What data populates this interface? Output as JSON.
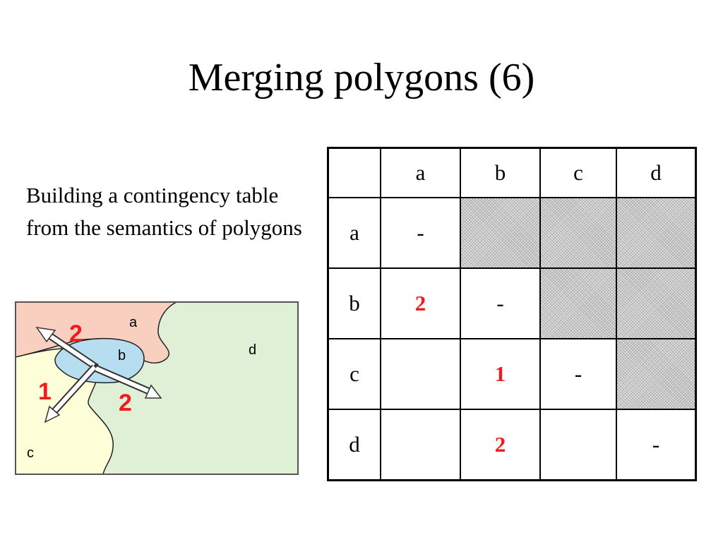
{
  "slide": {
    "title": "Merging polygons (6)",
    "description": "Building a contingency table from the semantics of polygons"
  },
  "map": {
    "region_labels": {
      "a": "a",
      "b": "b",
      "c": "c",
      "d": "d"
    },
    "counts": {
      "a_b": "2",
      "c_b": "1",
      "d_b": "2"
    },
    "colors": {
      "region_a": "#f9cfbf",
      "region_b": "#b7def0",
      "region_c": "#fefed8",
      "region_d": "#dff0d6",
      "count_text": "#ee1c1c"
    }
  },
  "table": {
    "corner": "",
    "col_headers": [
      "a",
      "b",
      "c",
      "d"
    ],
    "rows": [
      {
        "header": "a",
        "cells": [
          {
            "text": "-",
            "shaded": false,
            "red": false
          },
          {
            "text": "",
            "shaded": true,
            "red": false
          },
          {
            "text": "",
            "shaded": true,
            "red": false
          },
          {
            "text": "",
            "shaded": true,
            "red": false
          }
        ]
      },
      {
        "header": "b",
        "cells": [
          {
            "text": "2",
            "shaded": false,
            "red": true
          },
          {
            "text": "-",
            "shaded": false,
            "red": false
          },
          {
            "text": "",
            "shaded": true,
            "red": false
          },
          {
            "text": "",
            "shaded": true,
            "red": false
          }
        ]
      },
      {
        "header": "c",
        "cells": [
          {
            "text": "",
            "shaded": false,
            "red": false
          },
          {
            "text": "1",
            "shaded": false,
            "red": true
          },
          {
            "text": "-",
            "shaded": false,
            "red": false
          },
          {
            "text": "",
            "shaded": true,
            "red": false
          }
        ]
      },
      {
        "header": "d",
        "cells": [
          {
            "text": "",
            "shaded": false,
            "red": false
          },
          {
            "text": "2",
            "shaded": false,
            "red": true
          },
          {
            "text": "",
            "shaded": false,
            "red": false
          },
          {
            "text": "-",
            "shaded": false,
            "red": false
          }
        ]
      }
    ]
  }
}
